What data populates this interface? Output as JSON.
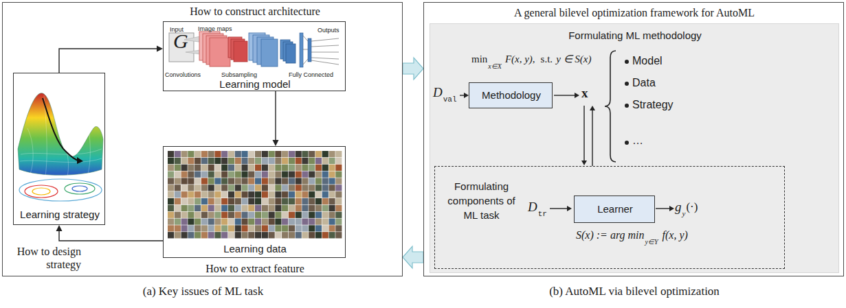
{
  "diagram": {
    "nodes": [
      {
        "text": [
          "(a) Key issues of ML task"
        ]
      },
      {
        "text": [
          "How to construct architecture",
          "Learning model"
        ],
        "in": 0
      },
      {
        "text": [
          "Learning data",
          "How to extract feature"
        ],
        "in": 0
      },
      {
        "text": [
          "Learning strategy"
        ],
        "in": 0
      },
      {
        "text": [
          "A general bilevel optimization framework for AutoML",
          "(b) AutoML via bilevel optimization"
        ]
      },
      {
        "text": [
          "Formulating ML methodology"
        ],
        "in": 4
      },
      {
        "text": [
          "Methodology"
        ],
        "in": 5
      },
      {
        "text": [
          "Formulating components of ML task"
        ],
        "in": 5
      },
      {
        "text": [
          "Learner"
        ],
        "in": 7
      }
    ],
    "edges": [
      {
        "from": 3,
        "to": 1,
        "arrow": "to"
      },
      {
        "from": 1,
        "to": 2,
        "arrow": "to"
      },
      {
        "from": 2,
        "to": 3,
        "arrow": "to",
        "label": "How to design strategy"
      },
      {
        "from": 0,
        "to": 4,
        "arrow": "to"
      },
      {
        "from": 4,
        "to": 0,
        "arrow": "to"
      }
    ],
    "labels": [
      "Input",
      "Image maps",
      "G",
      "Convolutions",
      "Subsampling",
      "Fully Connected",
      "Outputs",
      "min",
      "x∈X",
      "F(x, y),",
      "s.t.",
      "y ∈ S(x)",
      "D",
      "val",
      "x",
      "Model",
      "Data",
      "Strategy",
      "…",
      "D",
      "tr",
      "g",
      "y",
      "(·)",
      "S(x) := arg min",
      "y∈Y",
      "f(x, y)"
    ]
  }
}
